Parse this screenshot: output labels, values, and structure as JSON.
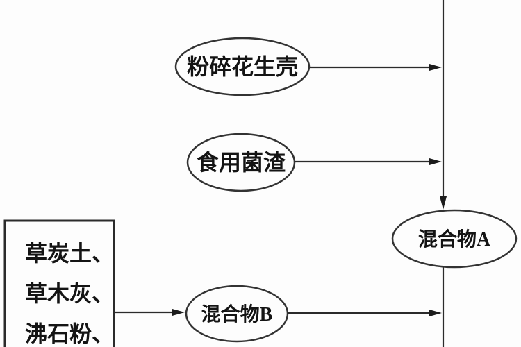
{
  "colors": {
    "background": "#fdfdfd",
    "stroke": "#2b2b2b",
    "text": "#141414"
  },
  "nodes": {
    "crushed_peanut_shell": {
      "shape": "ellipse",
      "label": "粉碎花生壳"
    },
    "edible_fungus_residue": {
      "shape": "ellipse",
      "label": "食用菌渣"
    },
    "mixture_a": {
      "shape": "ellipse",
      "label": "混合物A"
    },
    "mixture_b": {
      "shape": "ellipse",
      "label": "混合物B"
    },
    "additives_box": {
      "shape": "rectangle",
      "lines": [
        "草炭土、",
        "草木灰、",
        "沸石粉、"
      ]
    }
  },
  "edges": [
    {
      "from": "crushed_peanut_shell",
      "to": "main-vertical-line",
      "type": "arrow"
    },
    {
      "from": "edible_fungus_residue",
      "to": "main-vertical-line",
      "type": "arrow"
    },
    {
      "from": "main-vertical-line",
      "to": "mixture_a",
      "type": "arrow"
    },
    {
      "from": "additives_box",
      "to": "mixture_b",
      "type": "arrow"
    },
    {
      "from": "mixture_b",
      "to": "main-vertical-line",
      "type": "arrow"
    }
  ]
}
